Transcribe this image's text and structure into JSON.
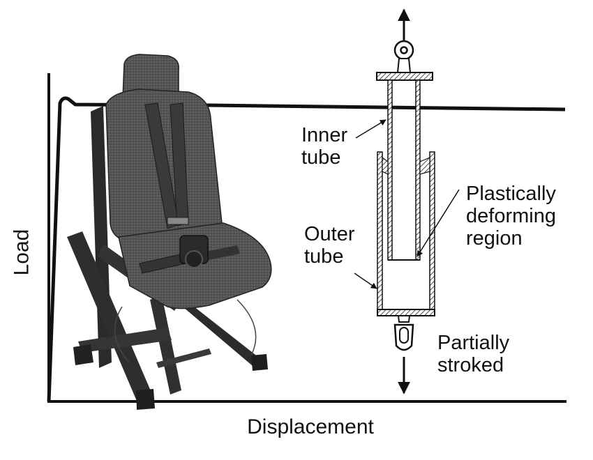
{
  "axes": {
    "y_label": "Load",
    "x_label": "Displacement"
  },
  "callouts": {
    "inner_tube": [
      "Inner",
      "tube"
    ],
    "outer_tube": [
      "Outer",
      "tube"
    ],
    "plastic_region": [
      "Plastically",
      "deforming",
      "region"
    ],
    "stroke_state": [
      "Partially",
      "stroked"
    ]
  },
  "colors": {
    "line": "#111111",
    "seat_dark": "#2a2a2a",
    "seat_mid": "#4a4a4a",
    "seat_light": "#6b6b6b"
  }
}
